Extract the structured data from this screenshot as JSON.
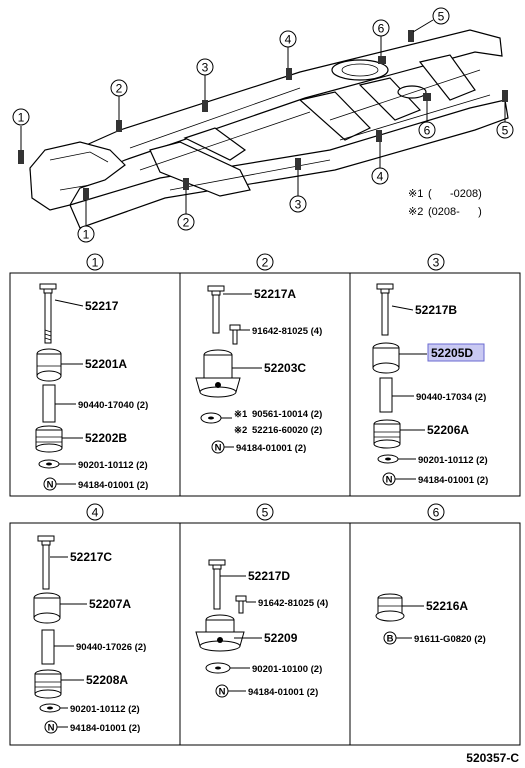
{
  "frame_callouts": {
    "c1a": "1",
    "c1b": "1",
    "c2a": "2",
    "c2b": "2",
    "c3a": "3",
    "c3b": "3",
    "c4a": "4",
    "c4b": "4",
    "c5a": "5",
    "c5b": "5",
    "c6a": "6",
    "c6b": "6"
  },
  "notes": {
    "n1_mark": "※1",
    "n1_text": "(      -0208)",
    "n2_mark": "※2",
    "n2_text": "(0208-      )"
  },
  "sections": {
    "s1": {
      "header": "1",
      "parts": [
        "52217",
        "52201A",
        "90440-17040 (2)",
        "52202B",
        "90201-10112 (2)",
        "94184-01001 (2)"
      ],
      "marker": "N"
    },
    "s2": {
      "header": "2",
      "parts": [
        "52217A",
        "91642-81025 (4)",
        "52203C",
        "90561-10014 (2)",
        "52216-60020 (2)",
        "94184-01001 (2)"
      ],
      "note_marks": [
        "※1",
        "※2"
      ],
      "marker": "N"
    },
    "s3": {
      "header": "3",
      "parts": [
        "52217B",
        "52205D",
        "90440-17034 (2)",
        "52206A",
        "90201-10112 (2)",
        "94184-01001 (2)"
      ],
      "marker": "N"
    },
    "s4": {
      "header": "4",
      "parts": [
        "52217C",
        "52207A",
        "90440-17026 (2)",
        "52208A",
        "90201-10112 (2)",
        "94184-01001 (2)"
      ],
      "marker": "N"
    },
    "s5": {
      "header": "5",
      "parts": [
        "52217D",
        "91642-81025 (4)",
        "52209",
        "90201-10100 (2)",
        "94184-01001 (2)"
      ],
      "marker": "N"
    },
    "s6": {
      "header": "6",
      "parts": [
        "52216A",
        "91611-G0820 (2)"
      ],
      "marker": "B"
    }
  },
  "highlight_part": "52205D",
  "diagram_code": "520357-C"
}
